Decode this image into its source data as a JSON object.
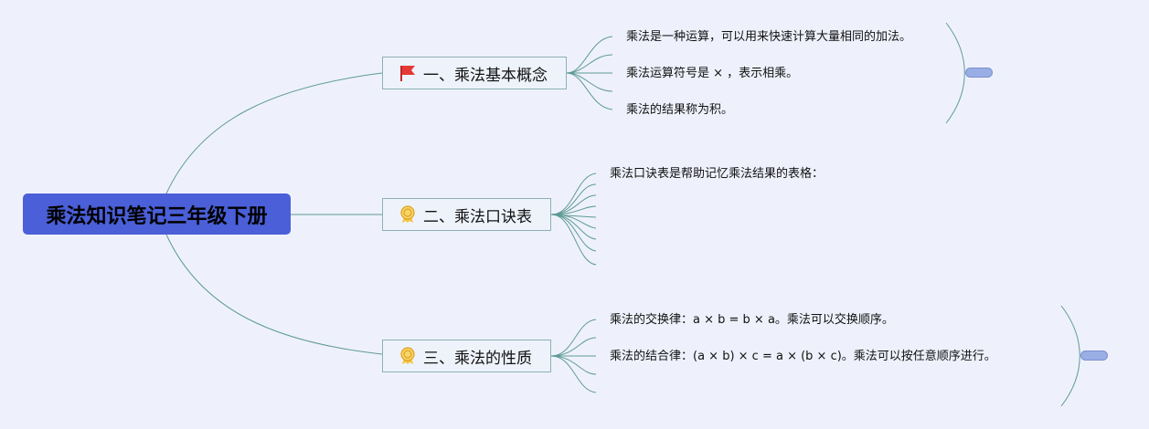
{
  "root": {
    "title": "乘法知识笔记三年级下册"
  },
  "branches": [
    {
      "label": "一、乘法基本概念",
      "icon": "red-flag-icon",
      "leaves": [
        "乘法是一种运算，可以用来快速计算大量相同的加法。",
        "乘法运算符号是 × ，表示相乘。",
        "乘法的结果称为积。"
      ]
    },
    {
      "label": "二、乘法口诀表",
      "icon": "award-ribbon-icon",
      "leaves": [
        "乘法口诀表是帮助记忆乘法结果的表格："
      ]
    },
    {
      "label": "三、乘法的性质",
      "icon": "award-ribbon-icon",
      "leaves": [
        "乘法的交换律：a × b = b × a。乘法可以交换顺序。",
        "乘法的结合律：(a × b) × c = a × (b × c)。乘法可以按任意顺序进行。"
      ]
    }
  ],
  "colors": {
    "background": "#eef1fb",
    "root_fill": "#4a5fd8",
    "connector": "#5f9a95",
    "branch_border": "#8cb0b4",
    "summary_pill": "#9aaee6"
  }
}
